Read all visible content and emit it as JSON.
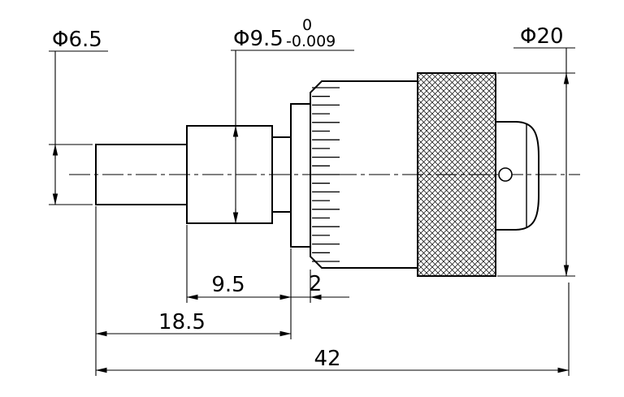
{
  "drawing": {
    "type": "mechanical-dimension-drawing",
    "subject": "micrometer-head",
    "background_color": "#ffffff",
    "line_color": "#000000"
  },
  "labels": {
    "spindle_diameter": "Φ6.5",
    "base_diameter": "Φ9.5",
    "base_tolerance_upper": "0",
    "base_tolerance_lower": "-0.009",
    "knurl_diameter": "Φ20",
    "base_length": "9.5",
    "sleeve_width": "2",
    "front_length": "18.5",
    "overall_length": "42"
  },
  "dimensions": {
    "spindle_diameter_mm": 6.5,
    "base_diameter_mm": 9.5,
    "base_diameter_tolerance": [
      0,
      -0.009
    ],
    "knurl_diameter_mm": 20,
    "base_length_mm": 9.5,
    "sleeve_width_mm": 2,
    "front_length_mm": 18.5,
    "overall_length_mm": 42
  }
}
